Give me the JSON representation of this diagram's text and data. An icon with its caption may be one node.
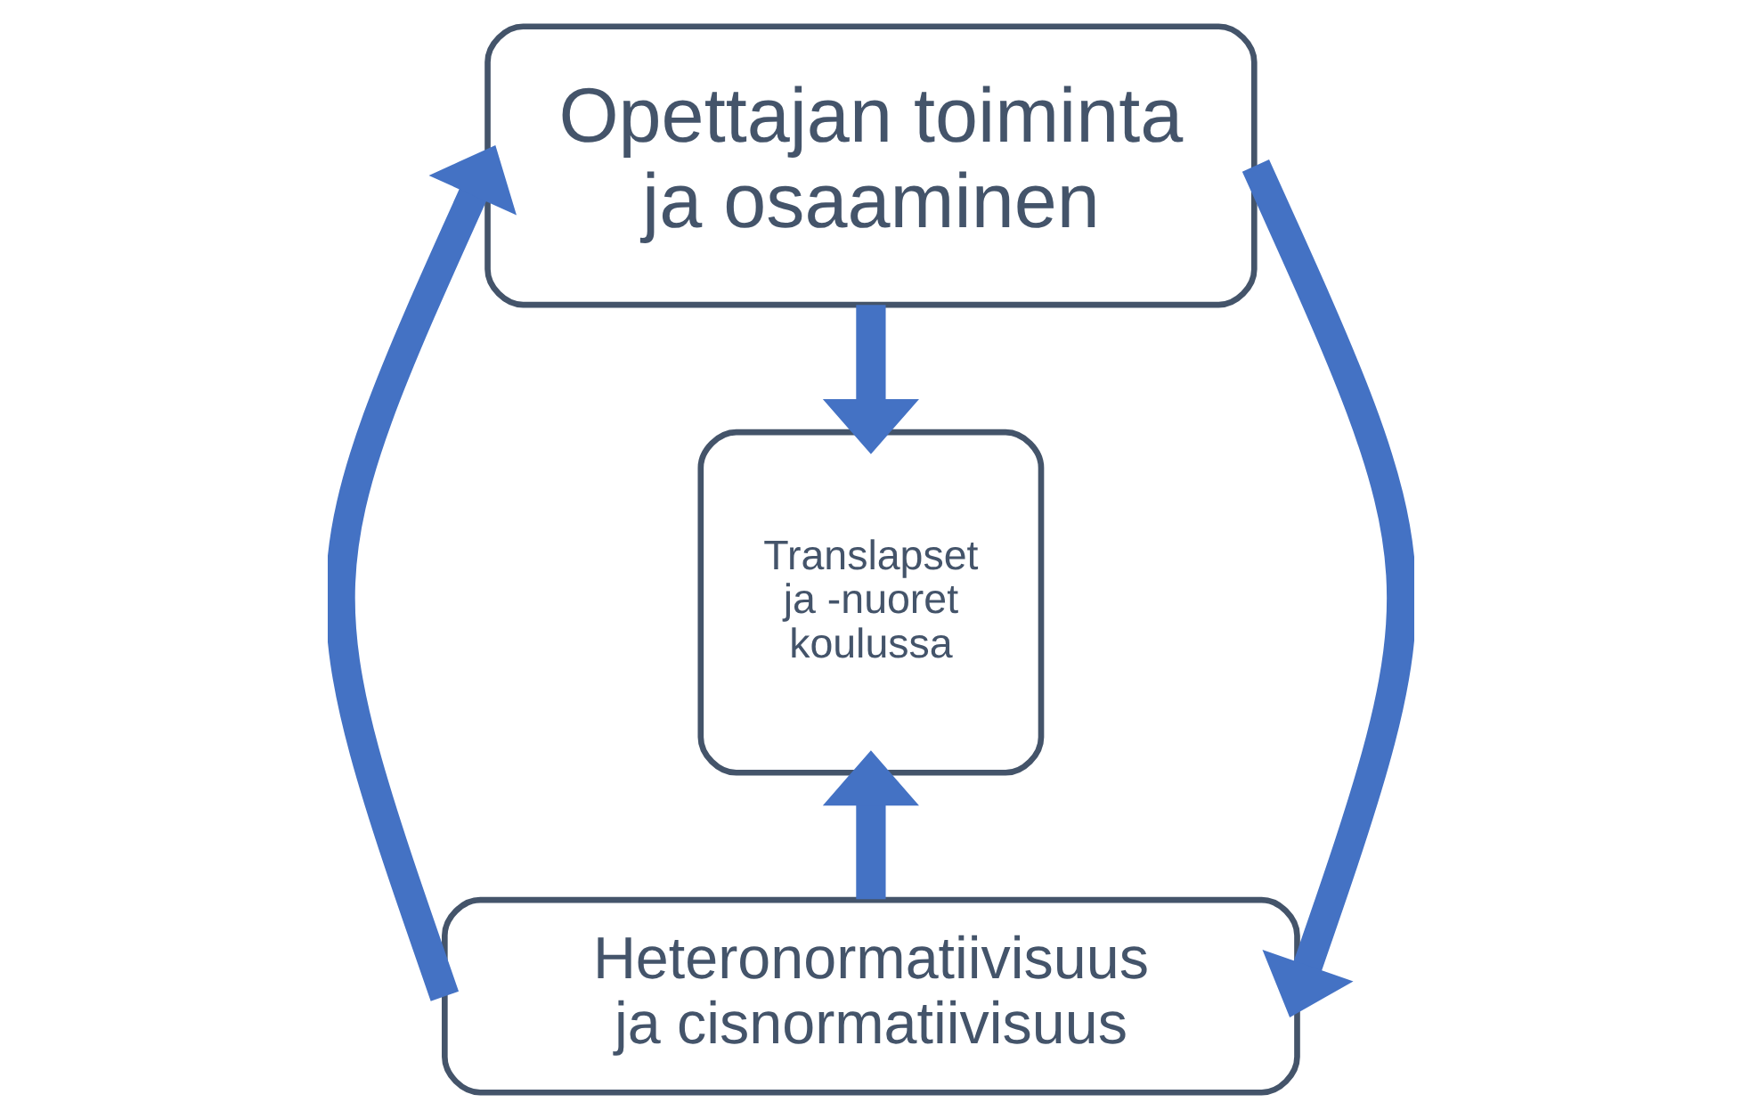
{
  "diagram": {
    "nodes": [
      {
        "text": [
          "Opettajan toiminta ja osaaminen"
        ]
      },
      {
        "text": [
          "Translapset ja -nuoret koulussa"
        ]
      },
      {
        "text": [
          "Heteronormatiivisuus ja cisnormatiivisuus"
        ]
      }
    ],
    "edges": [
      {
        "from": 0,
        "to": 1,
        "arrow": "to"
      },
      {
        "from": 2,
        "to": 1,
        "arrow": "to"
      },
      {
        "from": 0,
        "to": 2,
        "arrow": "to"
      },
      {
        "from": 2,
        "to": 0,
        "arrow": "to"
      }
    ]
  }
}
